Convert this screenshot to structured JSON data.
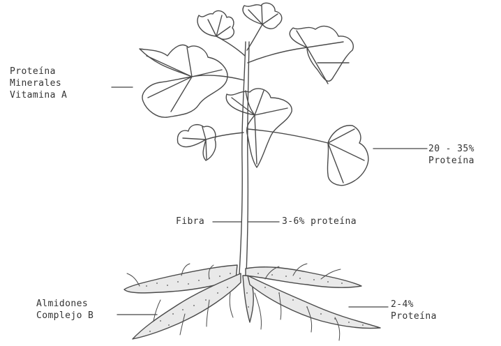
{
  "labels": {
    "leaves_left": {
      "lines": [
        "Proteína",
        "Minerales",
        "Vitamina A"
      ]
    },
    "leaves_right": {
      "percent": "20 - 35%",
      "word": "Proteína"
    },
    "stem_fiber": "Fibra",
    "stem_protein": "3-6% proteína",
    "roots_left": {
      "lines": [
        "Almidones",
        "Complejo B"
      ]
    },
    "roots_right": {
      "percent": "2-4%",
      "word": "Proteína"
    }
  },
  "colors": {
    "ink": "#4a4a4a",
    "text": "#333333",
    "root_fill": "#e9e9e9"
  }
}
